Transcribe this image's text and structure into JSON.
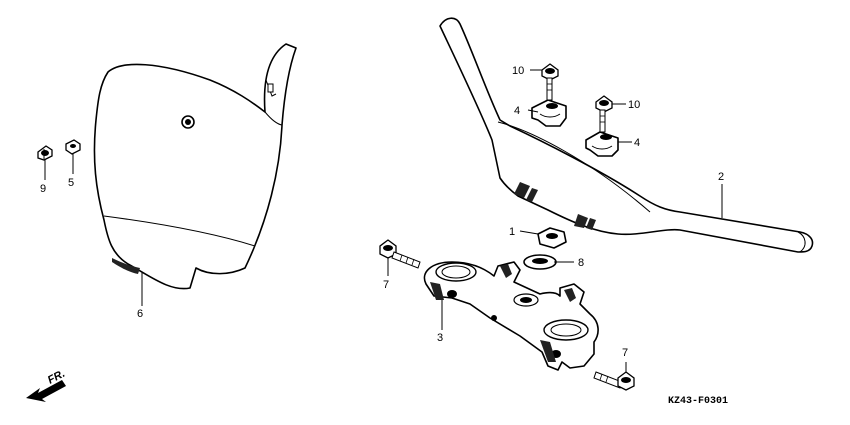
{
  "callouts": {
    "p1": "1",
    "p2": "2",
    "p3": "3",
    "p4a": "4",
    "p4b": "4",
    "p5": "5",
    "p6": "6",
    "p7a": "7",
    "p7b": "7",
    "p8": "8",
    "p9": "9",
    "p10a": "10",
    "p10b": "10"
  },
  "direction_label": "FR.",
  "diagram_code": "KZ43-F0301",
  "icons": {
    "front_arrow": "arrow-left-down-icon"
  }
}
